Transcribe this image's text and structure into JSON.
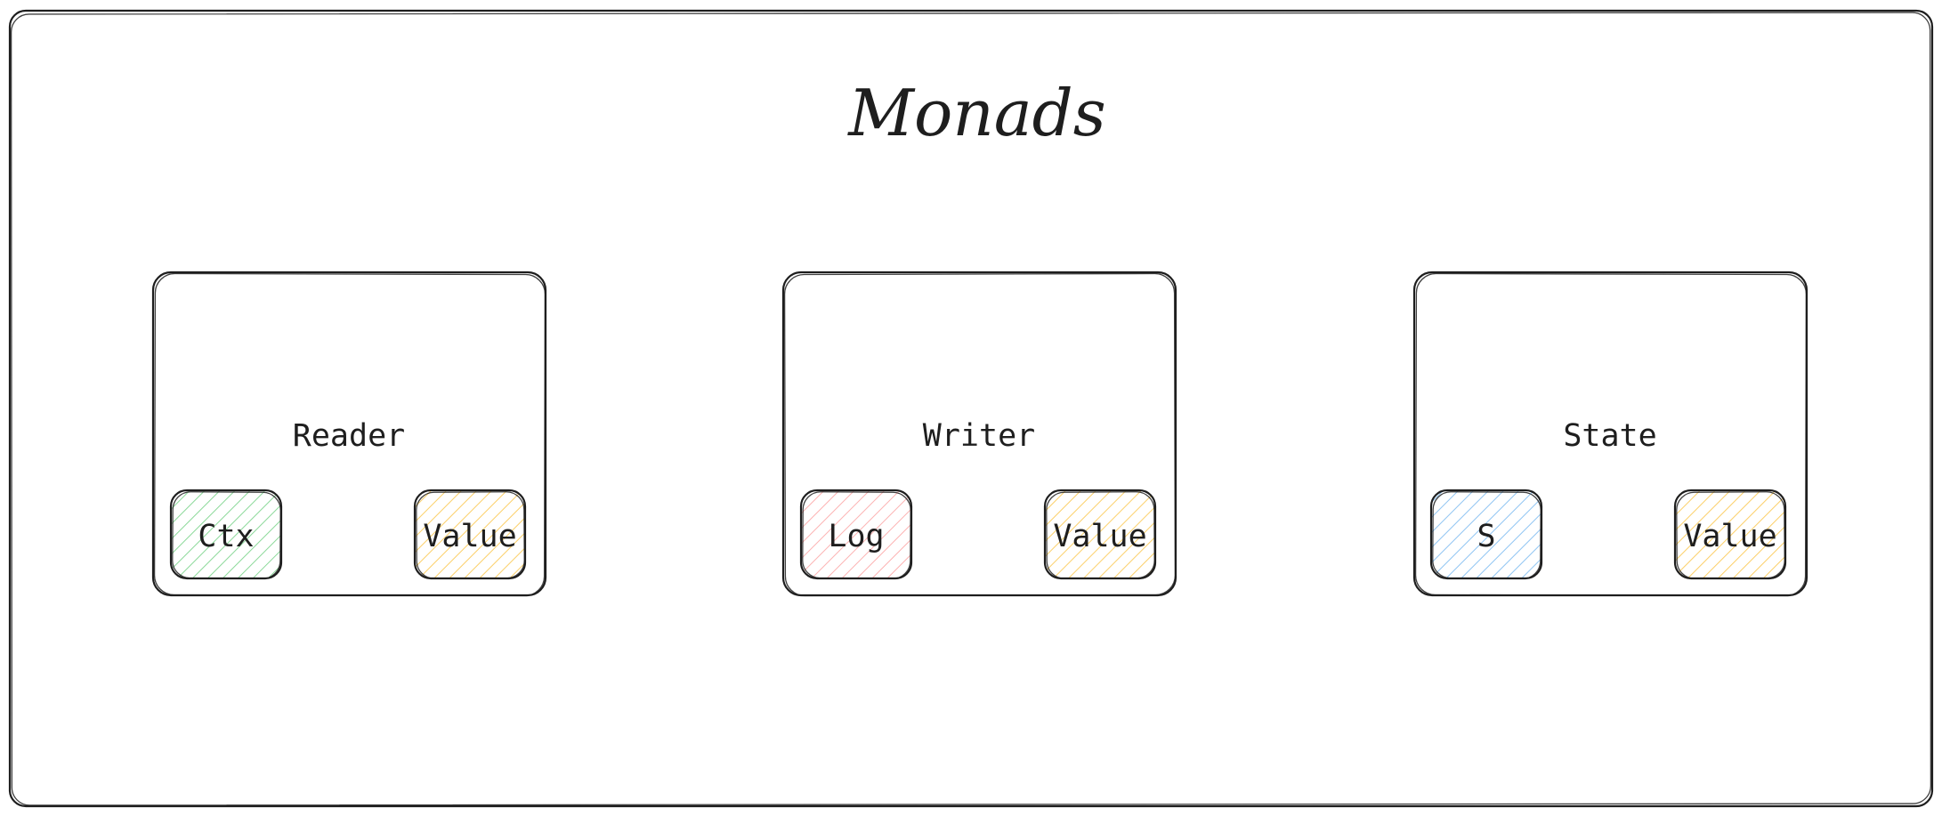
{
  "title": "Monads",
  "monads": [
    {
      "name": "Reader",
      "left_slot": {
        "label": "Ctx",
        "color": "#40c057"
      },
      "right_slot": {
        "label": "Value",
        "color": "#fab005"
      }
    },
    {
      "name": "Writer",
      "left_slot": {
        "label": "Log",
        "color": "#fa5252"
      },
      "right_slot": {
        "label": "Value",
        "color": "#fab005"
      }
    },
    {
      "name": "State",
      "left_slot": {
        "label": "S",
        "color": "#228be6"
      },
      "right_slot": {
        "label": "Value",
        "color": "#fab005"
      }
    }
  ],
  "colors": {
    "stroke": "#1e1e1e",
    "background": "#ffffff"
  }
}
